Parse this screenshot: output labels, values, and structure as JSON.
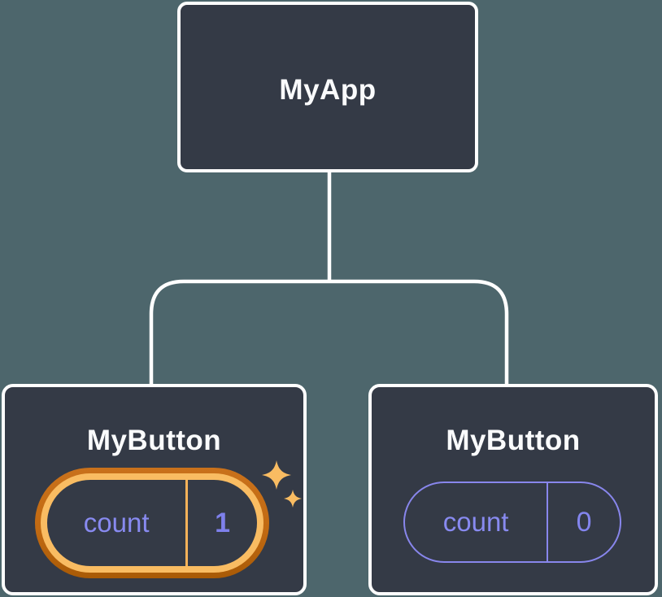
{
  "diagram": {
    "root": {
      "label": "MyApp"
    },
    "children": [
      {
        "label": "MyButton",
        "state": {
          "name": "count",
          "value": "1"
        },
        "highlighted": true
      },
      {
        "label": "MyButton",
        "state": {
          "name": "count",
          "value": "0"
        },
        "highlighted": false
      }
    ]
  },
  "colors": {
    "background": "#4D666C",
    "node_fill": "#343A46",
    "node_border": "#FFFFFF",
    "connector": "#FFFFFF",
    "highlight_ring_dark": "#C2690F",
    "highlight_ring_light": "#F9BC62",
    "state_purple": "#888AF0",
    "sparkle": "#F9BC62"
  }
}
